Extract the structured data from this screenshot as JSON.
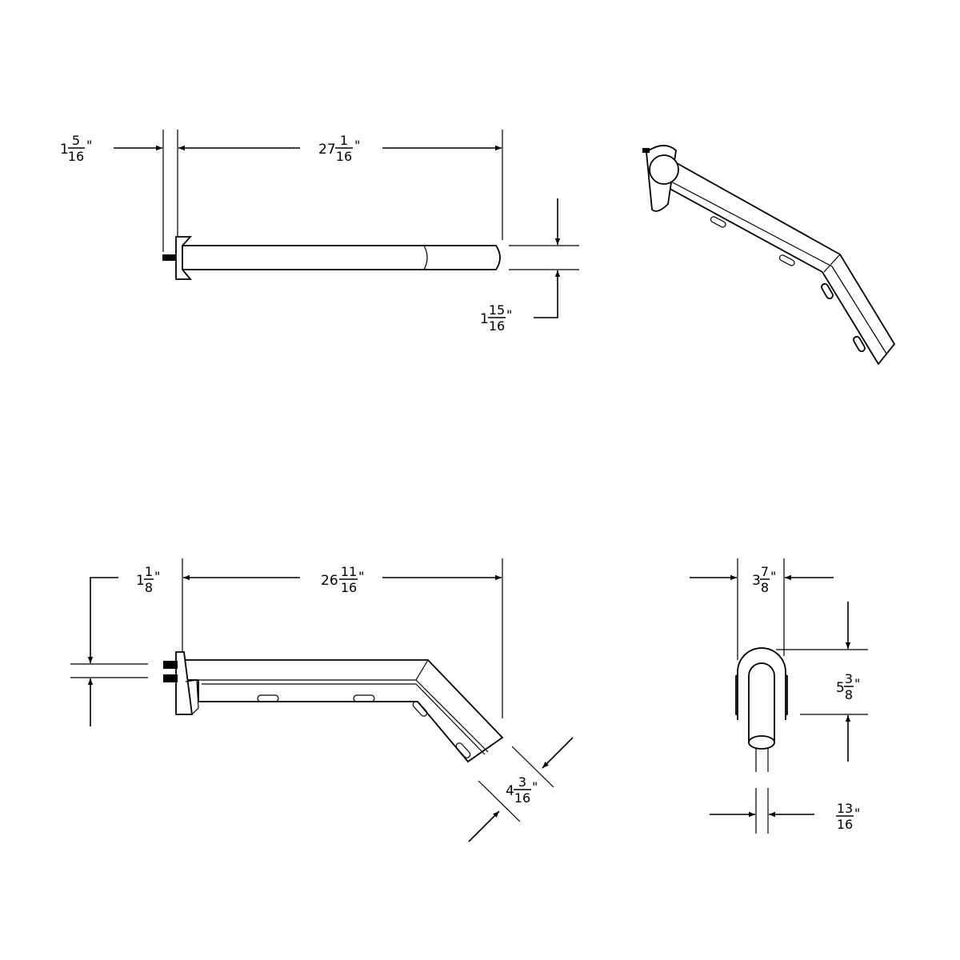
{
  "dimensions": {
    "top_flange_thickness": {
      "whole": "1",
      "num": "5",
      "den": "16",
      "unit": "\""
    },
    "top_arm_length": {
      "whole": "27",
      "num": "1",
      "den": "16",
      "unit": "\""
    },
    "top_tube_diameter": {
      "whole": "1",
      "num": "15",
      "den": "16",
      "unit": "\""
    },
    "side_offset": {
      "whole": "1",
      "num": "1",
      "den": "8",
      "unit": "\""
    },
    "side_arm_length": {
      "whole": "26",
      "num": "11",
      "den": "16",
      "unit": "\""
    },
    "side_end_width": {
      "whole": "4",
      "num": "3",
      "den": "16",
      "unit": "\""
    },
    "end_width": {
      "whole": "3",
      "num": "7",
      "den": "8",
      "unit": "\""
    },
    "end_height": {
      "whole": "5",
      "num": "3",
      "den": "8",
      "unit": "\""
    },
    "end_bolt_spacing": {
      "whole": "",
      "num": "13",
      "den": "16",
      "unit": "\""
    }
  },
  "colors": {
    "line": "#000000",
    "background": "#ffffff"
  }
}
